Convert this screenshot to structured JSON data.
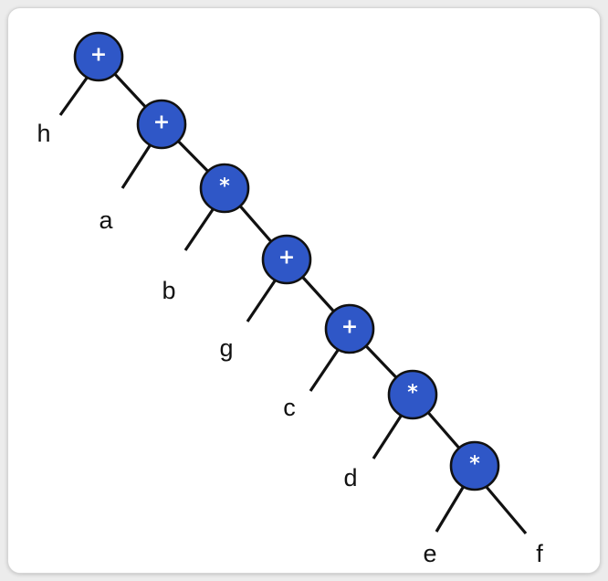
{
  "node_fill": "#2f57c7",
  "tree": {
    "operators": [
      "+",
      "+",
      "*",
      "+",
      "+",
      "*",
      "*"
    ],
    "leaves": [
      "h",
      "a",
      "b",
      "g",
      "c",
      "d",
      "e",
      "f"
    ]
  }
}
